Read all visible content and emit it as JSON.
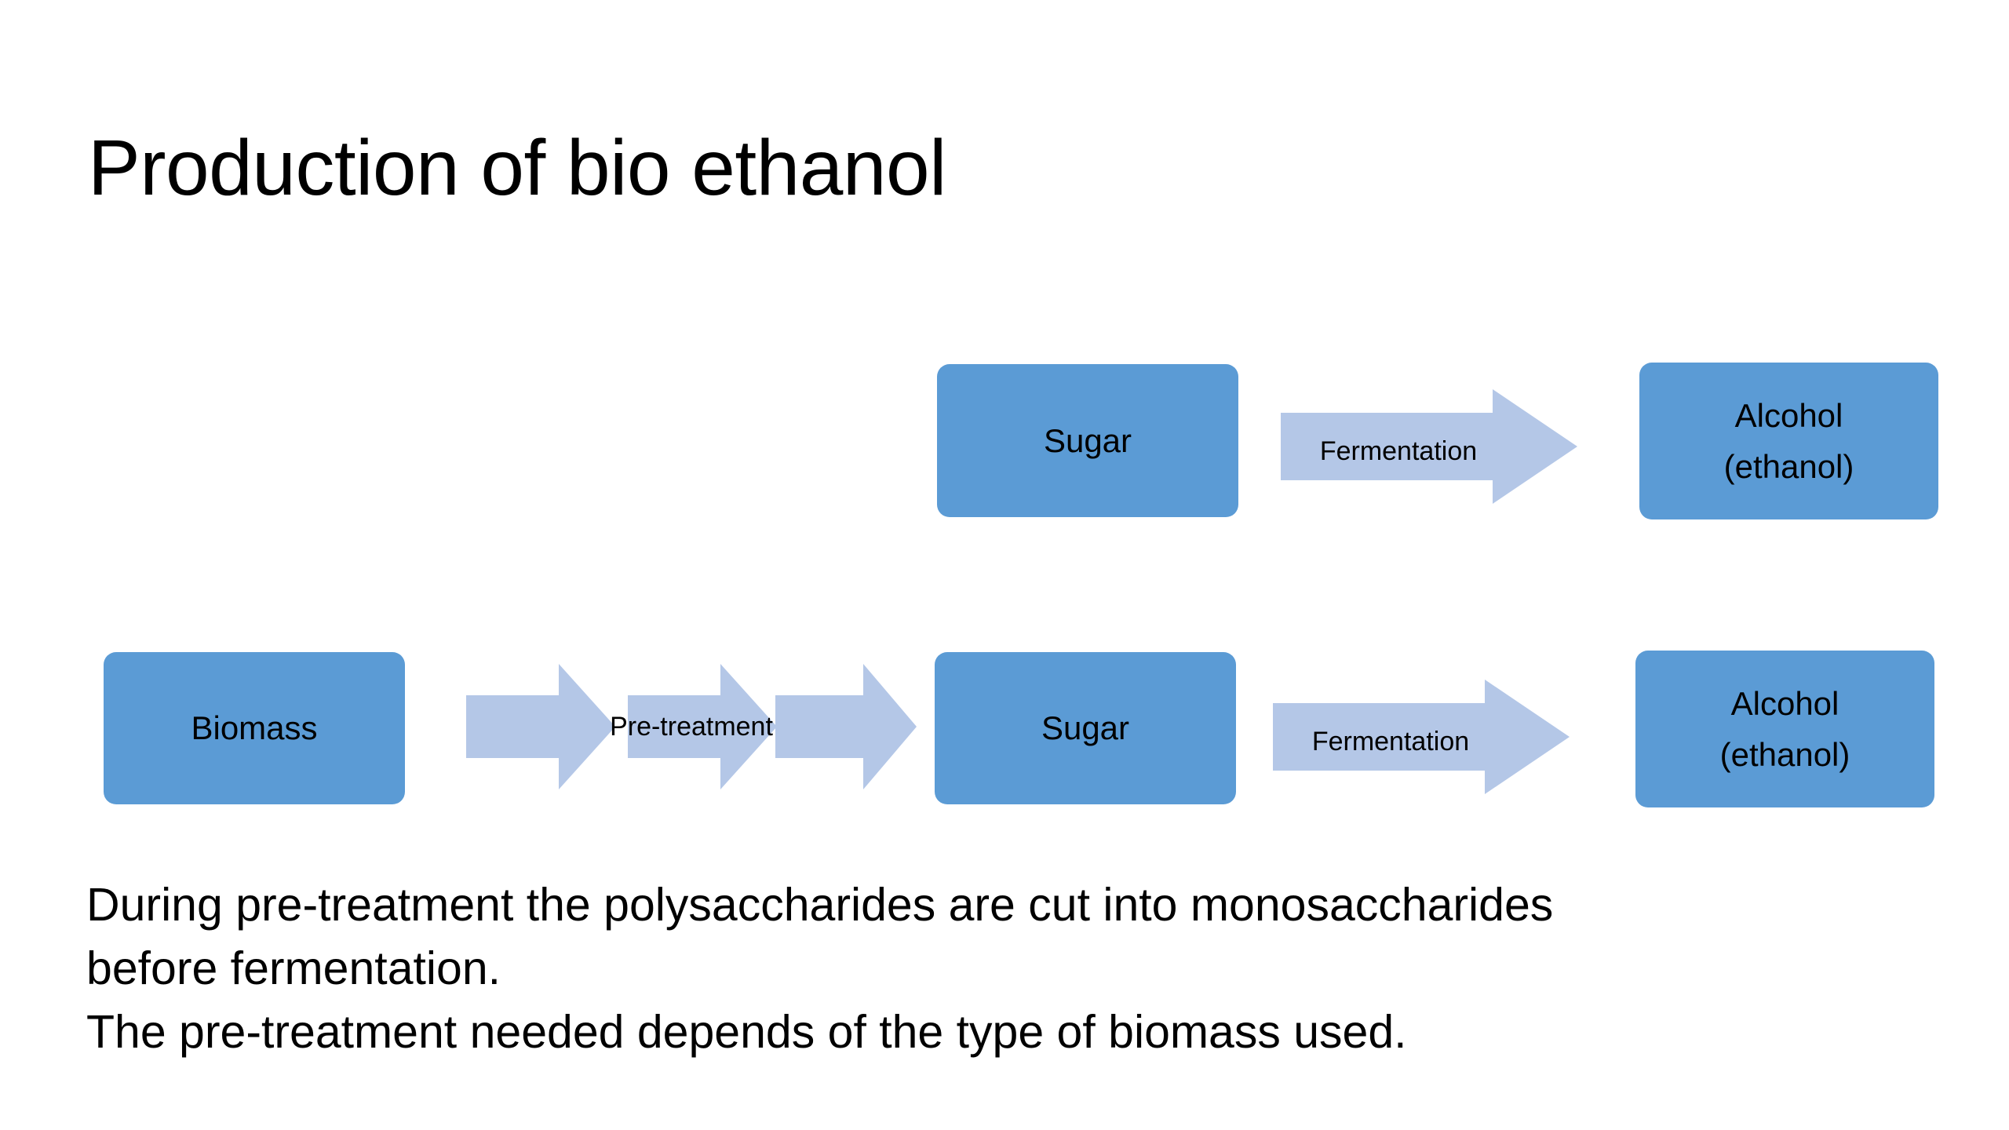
{
  "slide": {
    "title": "Production of bio ethanol",
    "background_color": "#FFFFFF",
    "box_color": "#5B9BD5",
    "arrow_color": "#B4C7E7",
    "text_color": "#000000"
  },
  "diagram": {
    "row_simple": {
      "sugar_box": "Sugar",
      "fermentation_arrow_label": "Fermentation",
      "alcohol_box_line1": "Alcohol",
      "alcohol_box_line2": "(ethanol)"
    },
    "row_biomass": {
      "biomass_box": "Biomass",
      "pretreatment_arrow_label": "Pre-treatment",
      "sugar_box": "Sugar",
      "fermentation_arrow_label": "Fermentation",
      "alcohol_box_line1": "Alcohol",
      "alcohol_box_line2": "(ethanol)"
    }
  },
  "body": {
    "line1": "During pre-treatment the polysaccharides are cut into monosaccharides",
    "line2": "before fermentation.",
    "line3": "The pre-treatment needed depends of the type of biomass used."
  }
}
